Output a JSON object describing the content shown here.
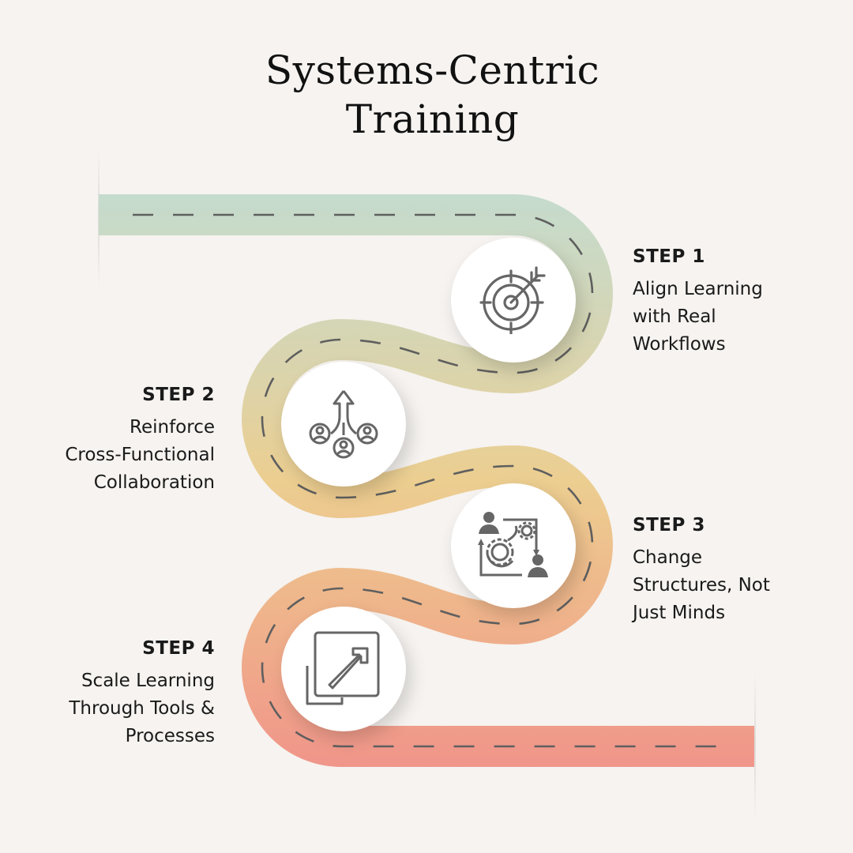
{
  "title": {
    "line1": "Systems-Centric",
    "line2": "Training"
  },
  "colors": {
    "road_top": "#c5dbcd",
    "road_mid1": "#dad4ad",
    "road_mid2": "#ecce90",
    "road_mid3": "#efb58b",
    "road_bottom": "#f0958a",
    "dash": "#5f5f5f",
    "icon": "#666666"
  },
  "steps": [
    {
      "label": "STEP 1",
      "lines": [
        "Align Learning",
        "with Real",
        "Workflows"
      ],
      "icon": "target-arrow-icon"
    },
    {
      "label": "STEP 2",
      "lines": [
        "Reinforce",
        "Cross-Functional",
        "Collaboration"
      ],
      "icon": "team-growth-arrow-icon"
    },
    {
      "label": "STEP 3",
      "lines": [
        "Change",
        "Structures, Not",
        "Just Minds"
      ],
      "icon": "people-gears-cycle-icon"
    },
    {
      "label": "STEP 4",
      "lines": [
        "Scale Learning",
        "Through Tools &",
        "Processes"
      ],
      "icon": "scale-up-arrow-icon"
    }
  ]
}
